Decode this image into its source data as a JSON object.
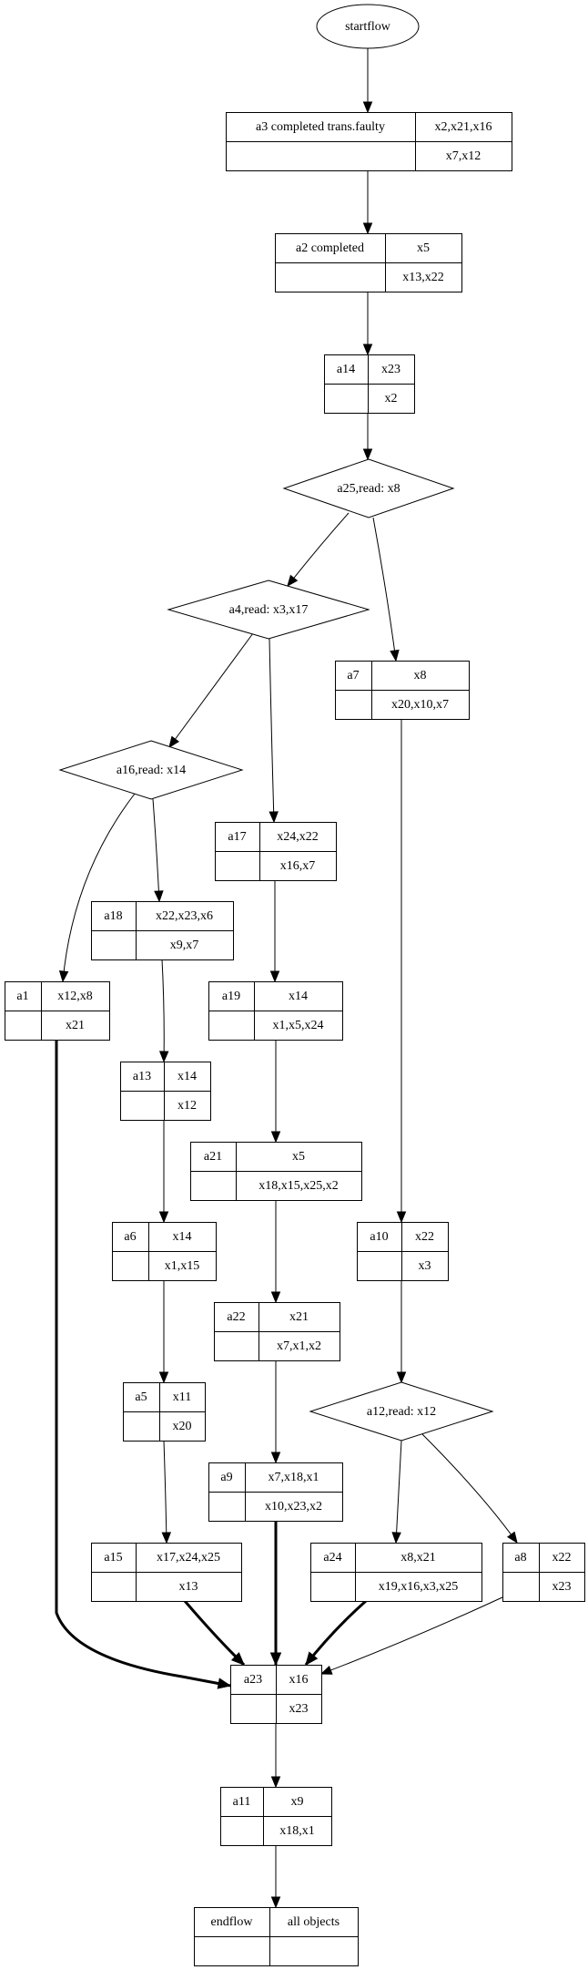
{
  "diagram": {
    "type": "flowchart",
    "start": {
      "id": "startflow",
      "label": "startflow",
      "shape": "ellipse"
    },
    "nodes": [
      {
        "id": "a3",
        "shape": "record",
        "name": "a3 completed trans.faulty",
        "top": "x2,x21,x16",
        "bottom": "x7,x12"
      },
      {
        "id": "a2",
        "shape": "record",
        "name": "a2 completed",
        "top": "x5",
        "bottom": "x13,x22"
      },
      {
        "id": "a14",
        "shape": "record",
        "name": "a14",
        "top": "x23",
        "bottom": "x2"
      },
      {
        "id": "a25",
        "shape": "diamond",
        "label": "a25,read: x8"
      },
      {
        "id": "a4",
        "shape": "diamond",
        "label": "a4,read: x3,x17"
      },
      {
        "id": "a7",
        "shape": "record",
        "name": "a7",
        "top": "x8",
        "bottom": "x20,x10,x7"
      },
      {
        "id": "a16",
        "shape": "diamond",
        "label": "a16,read: x14"
      },
      {
        "id": "a17",
        "shape": "record",
        "name": "a17",
        "top": "x24,x22",
        "bottom": "x16,x7"
      },
      {
        "id": "a18",
        "shape": "record",
        "name": "a18",
        "top": "x22,x23,x6",
        "bottom": "x9,x7"
      },
      {
        "id": "a1",
        "shape": "record",
        "name": "a1",
        "top": "x12,x8",
        "bottom": "x21"
      },
      {
        "id": "a19",
        "shape": "record",
        "name": "a19",
        "top": "x14",
        "bottom": "x1,x5,x24"
      },
      {
        "id": "a13",
        "shape": "record",
        "name": "a13",
        "top": "x14",
        "bottom": "x12"
      },
      {
        "id": "a21",
        "shape": "record",
        "name": "a21",
        "top": "x5",
        "bottom": "x18,x15,x25,x2"
      },
      {
        "id": "a6",
        "shape": "record",
        "name": "a6",
        "top": "x14",
        "bottom": "x1,x15"
      },
      {
        "id": "a10",
        "shape": "record",
        "name": "a10",
        "top": "x22",
        "bottom": "x3"
      },
      {
        "id": "a22",
        "shape": "record",
        "name": "a22",
        "top": "x21",
        "bottom": "x7,x1,x2"
      },
      {
        "id": "a5",
        "shape": "record",
        "name": "a5",
        "top": "x11",
        "bottom": "x20"
      },
      {
        "id": "a12",
        "shape": "diamond",
        "label": "a12,read: x12"
      },
      {
        "id": "a9",
        "shape": "record",
        "name": "a9",
        "top": "x7,x18,x1",
        "bottom": "x10,x23,x2"
      },
      {
        "id": "a15",
        "shape": "record",
        "name": "a15",
        "top": "x17,x24,x25",
        "bottom": "x13"
      },
      {
        "id": "a24",
        "shape": "record",
        "name": "a24",
        "top": "x8,x21",
        "bottom": "x19,x16,x3,x25"
      },
      {
        "id": "a8",
        "shape": "record",
        "name": "a8",
        "top": "x22",
        "bottom": "x23"
      },
      {
        "id": "a23",
        "shape": "record",
        "name": "a23",
        "top": "x16",
        "bottom": "x23"
      },
      {
        "id": "a11",
        "shape": "record",
        "name": "a11",
        "top": "x9",
        "bottom": "x18,x1"
      },
      {
        "id": "endflow",
        "shape": "record",
        "name": "endflow",
        "top": "all objects",
        "bottom": ""
      }
    ],
    "edges": [
      {
        "from": "startflow",
        "to": "a3",
        "bold": false
      },
      {
        "from": "a3",
        "to": "a2",
        "bold": false
      },
      {
        "from": "a2",
        "to": "a14",
        "bold": false
      },
      {
        "from": "a14",
        "to": "a25",
        "bold": false
      },
      {
        "from": "a25",
        "to": "a4",
        "bold": false
      },
      {
        "from": "a25",
        "to": "a7",
        "bold": false
      },
      {
        "from": "a4",
        "to": "a16",
        "bold": false
      },
      {
        "from": "a4",
        "to": "a17",
        "bold": false
      },
      {
        "from": "a16",
        "to": "a1",
        "bold": false
      },
      {
        "from": "a16",
        "to": "a18",
        "bold": false
      },
      {
        "from": "a17",
        "to": "a19",
        "bold": false
      },
      {
        "from": "a18",
        "to": "a13",
        "bold": false
      },
      {
        "from": "a19",
        "to": "a21",
        "bold": false
      },
      {
        "from": "a13",
        "to": "a6",
        "bold": false
      },
      {
        "from": "a7",
        "to": "a10",
        "bold": false
      },
      {
        "from": "a21",
        "to": "a22",
        "bold": false
      },
      {
        "from": "a6",
        "to": "a5",
        "bold": false
      },
      {
        "from": "a10",
        "to": "a12",
        "bold": false
      },
      {
        "from": "a22",
        "to": "a9",
        "bold": false
      },
      {
        "from": "a5",
        "to": "a15",
        "bold": false
      },
      {
        "from": "a12",
        "to": "a24",
        "bold": false
      },
      {
        "from": "a12",
        "to": "a8",
        "bold": false
      },
      {
        "from": "a1",
        "to": "a23",
        "bold": true
      },
      {
        "from": "a15",
        "to": "a23",
        "bold": true
      },
      {
        "from": "a9",
        "to": "a23",
        "bold": true
      },
      {
        "from": "a24",
        "to": "a23",
        "bold": true
      },
      {
        "from": "a8",
        "to": "a23",
        "bold": false
      },
      {
        "from": "a23",
        "to": "a11",
        "bold": false
      },
      {
        "from": "a11",
        "to": "endflow",
        "bold": false
      }
    ]
  }
}
